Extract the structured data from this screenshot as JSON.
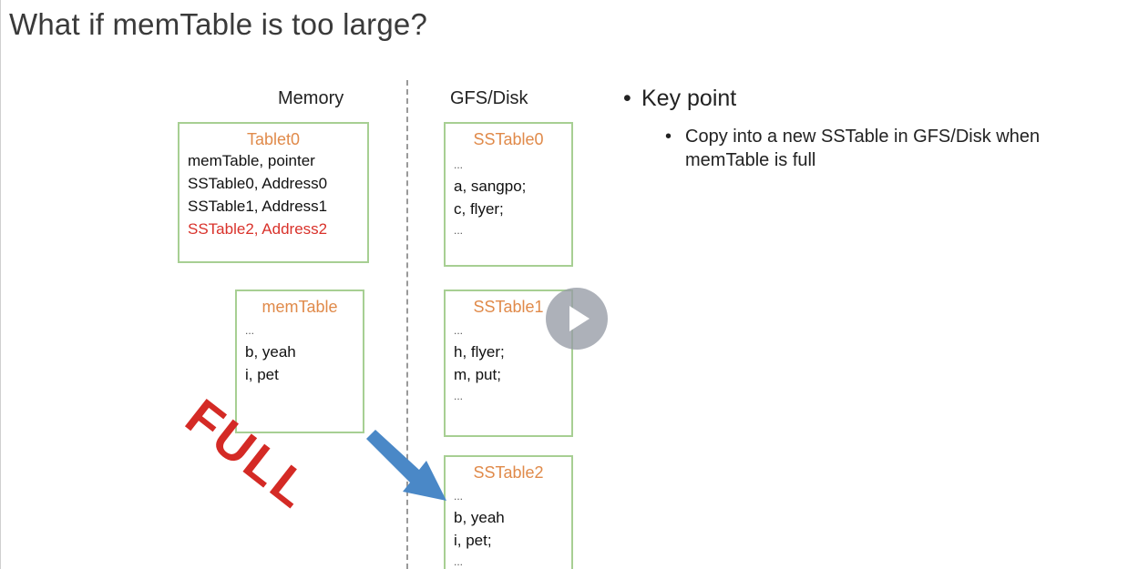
{
  "slide": {
    "title": "What if memTable is too large?",
    "memory_label": "Memory",
    "disk_label": "GFS/Disk",
    "full_stamp": "FULL"
  },
  "tablet0": {
    "title": "Tablet0",
    "lines": [
      "memTable, pointer",
      "SSTable0, Address0",
      "SSTable1, Address1"
    ],
    "highlight_line": "SSTable2, Address2",
    "highlight_color": "#d9322b"
  },
  "memtable": {
    "title": "memTable",
    "lines": [
      "...",
      "b, yeah",
      "i, pet"
    ]
  },
  "sstable0": {
    "title": "SSTable0",
    "lines": [
      "...",
      "a, sangpo;",
      "c, flyer;",
      "..."
    ]
  },
  "sstable1": {
    "title": "SSTable1",
    "lines": [
      "...",
      "h, flyer;",
      "m, put;",
      "..."
    ]
  },
  "sstable2": {
    "title": "SSTable2",
    "lines": [
      "...",
      "b, yeah",
      "i, pet;",
      "..."
    ]
  },
  "keypoint": {
    "heading": "Key point",
    "bullet_line1": "Copy into a new SSTable in GFS/Disk when",
    "bullet_line2": "memTable is full"
  },
  "colors": {
    "box_border": "#a7cf93",
    "box_title": "#e08a4a",
    "arrow": "#4a88c7",
    "full_stamp": "#d42a25"
  },
  "icons": {
    "play_button": "play-icon",
    "arrow": "arrow-down-right-icon"
  }
}
